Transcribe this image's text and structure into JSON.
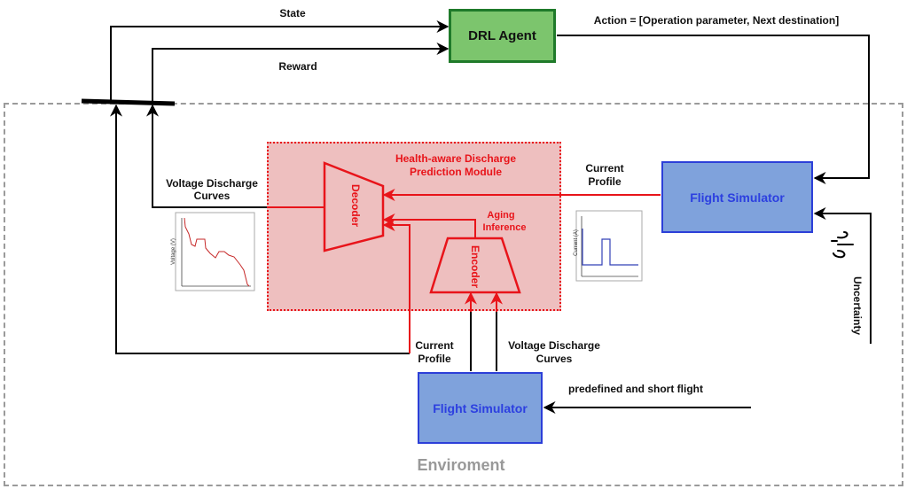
{
  "top": {
    "state_label": "State",
    "reward_label": "Reward",
    "action_label": "Action = [Operation parameter, Next destination]",
    "agent_label": "DRL Agent"
  },
  "module": {
    "title_line1": "Health-aware Discharge",
    "title_line2": "Prediction Module",
    "decoder_label": "Decoder",
    "encoder_label": "Encoder",
    "aging_line1": "Aging",
    "aging_line2": "Inference"
  },
  "labels": {
    "vdc_left_line1": "Voltage Discharge",
    "vdc_left_line2": "Curves",
    "current_top_line1": "Current",
    "current_top_line2": "Profile",
    "current_bottom_line1": "Current",
    "current_bottom_line2": "Profile",
    "vdc_bottom_line1": "Voltage Discharge",
    "vdc_bottom_line2": "Curves",
    "predefined": "predefined and short flight",
    "uncertainty": "Uncertainty"
  },
  "simulators": {
    "right_label": "Flight Simulator",
    "bottom_label": "Flight Simulator"
  },
  "thumbnails": {
    "voltage_axis": "Voltage (V)",
    "current_axis": "Current (A)"
  },
  "environment_label": "Enviroment",
  "colors": {
    "agent_fill": "#7cc56d",
    "agent_border": "#1f7a2a",
    "sim_fill": "#7fa2dc",
    "sim_border": "#2c3fd8",
    "module_fill": "#eebfbf",
    "module_accent": "#e8141a",
    "env_border": "#9a9a9a"
  },
  "icons": [
    "wind-icon"
  ]
}
